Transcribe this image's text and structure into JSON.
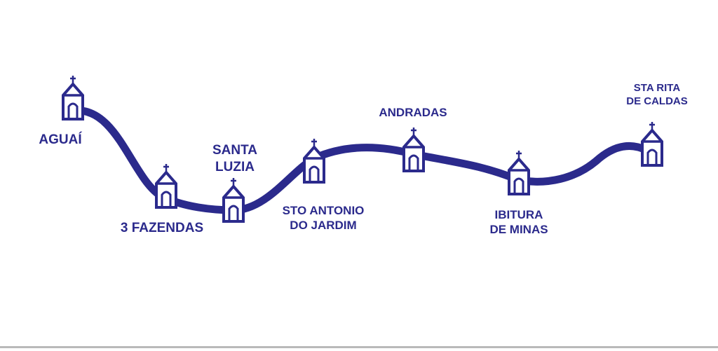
{
  "diagram": {
    "colors": {
      "line": "#2b2a8c",
      "church_fill": "#ffffff"
    },
    "stops": [
      {
        "id": "aguai",
        "lines": [
          "AGUAÍ"
        ]
      },
      {
        "id": "3-fazendas",
        "lines": [
          "3 FAZENDAS"
        ]
      },
      {
        "id": "santa-luzia",
        "lines": [
          "SANTA",
          "LUZIA"
        ]
      },
      {
        "id": "sto-antonio",
        "lines": [
          "STO ANTONIO",
          "DO JARDIM"
        ]
      },
      {
        "id": "andradas",
        "lines": [
          "ANDRADAS"
        ]
      },
      {
        "id": "ibitura",
        "lines": [
          "IBITURA",
          "DE MINAS"
        ]
      },
      {
        "id": "sta-rita",
        "lines": [
          "STA RITA",
          "DE CALDAS"
        ]
      }
    ]
  }
}
